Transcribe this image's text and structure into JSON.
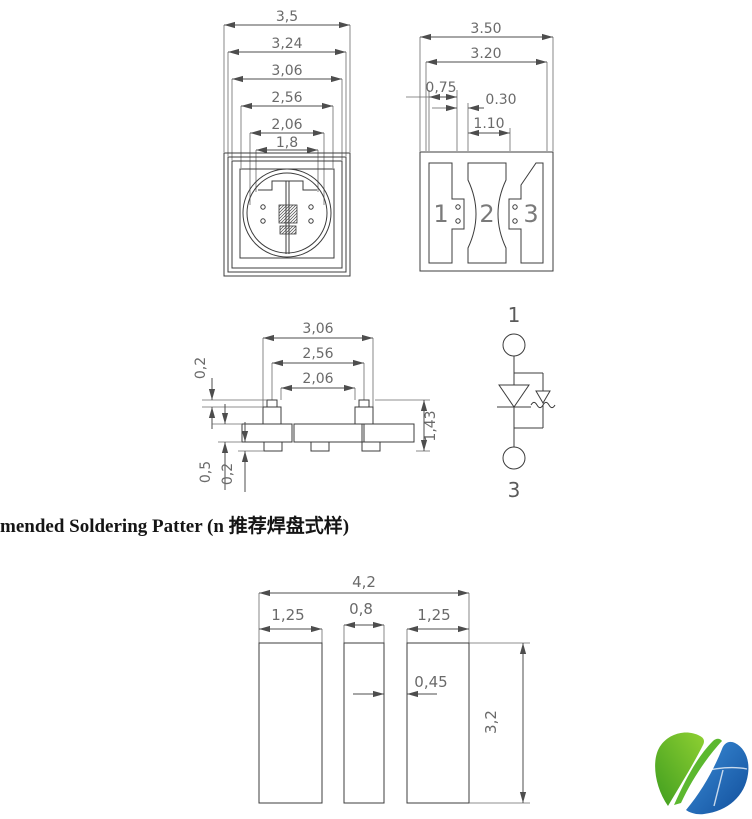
{
  "heading": {
    "text": "mended Soldering Patter (n 推荐焊盘式样)"
  },
  "top_view": {
    "dims": [
      "3,5",
      "3,24",
      "3,06",
      "2,56",
      "2,06",
      "1,8"
    ]
  },
  "bottom_view": {
    "dims": [
      "3.50",
      "3.20",
      "0,75",
      "0.30",
      "1.10"
    ],
    "pad_labels": [
      "1",
      "2",
      "3"
    ]
  },
  "side_view": {
    "width_dims": [
      "3,06",
      "2,56",
      "2,06"
    ],
    "step_dim": "0,2",
    "body_dim": "0,5",
    "foot_dim": "0,2",
    "height_dim": "1,43"
  },
  "schematic": {
    "pin_top": "1",
    "pin_bottom": "3"
  },
  "solder_pattern": {
    "total": "4,2",
    "pads": [
      "1,25",
      "0,8",
      "1,25"
    ],
    "gap": "0,45",
    "height": "3,2"
  },
  "colors": {
    "line": "#3c3c3c",
    "dim_text": "#6a6a6a",
    "logo_green": "#54ae22",
    "logo_blue": "#1a67b0"
  }
}
